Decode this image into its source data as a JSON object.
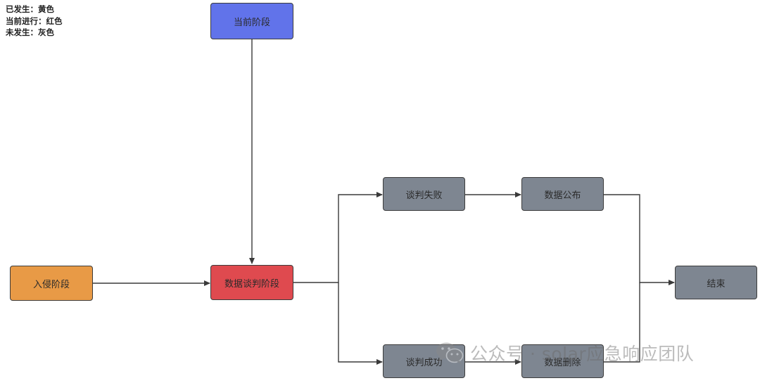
{
  "legend": [
    "已发生：黄色",
    "当前进行：红色",
    "未发生：灰色"
  ],
  "nodes": {
    "current_stage": {
      "label": "当前阶段",
      "color": "#6173ea"
    },
    "intrusion": {
      "label": "入侵阶段",
      "color": "#e89a46"
    },
    "negotiation": {
      "label": "数据谈判阶段",
      "color": "#df4a4f"
    },
    "negotiation_failed": {
      "label": "谈判失败",
      "color": "#7e8691"
    },
    "data_published": {
      "label": "数据公布",
      "color": "#7e8691"
    },
    "negotiation_success": {
      "label": "谈判成功",
      "color": "#7e8691"
    },
    "data_deleted": {
      "label": "数据删除",
      "color": "#7e8691"
    },
    "end": {
      "label": "结束",
      "color": "#7e8691"
    }
  },
  "edges": [
    {
      "from": "current_stage",
      "to": "negotiation"
    },
    {
      "from": "intrusion",
      "to": "negotiation"
    },
    {
      "from": "negotiation",
      "to": "negotiation_failed"
    },
    {
      "from": "negotiation",
      "to": "negotiation_success"
    },
    {
      "from": "negotiation_failed",
      "to": "data_published"
    },
    {
      "from": "negotiation_success",
      "to": "data_deleted"
    },
    {
      "from": "data_published",
      "to": "end"
    },
    {
      "from": "data_deleted",
      "to": "end"
    }
  ],
  "watermark": {
    "icon": "wechat-icon",
    "text": "公众号 · solar应急响应团队"
  }
}
